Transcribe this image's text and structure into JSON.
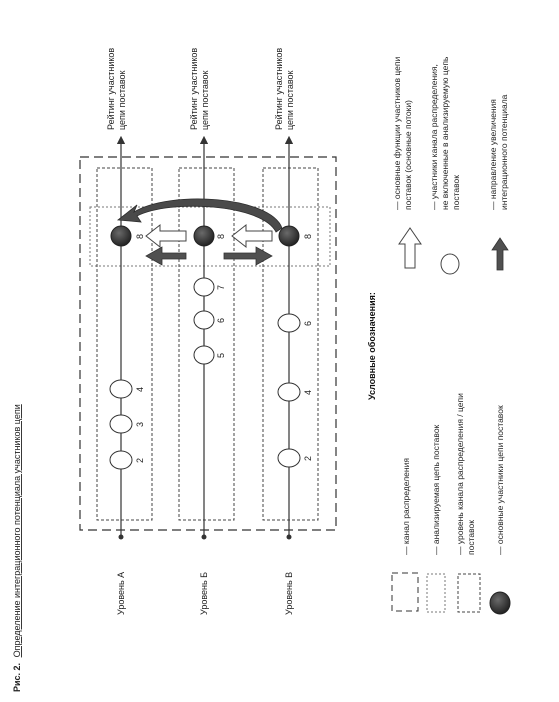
{
  "caption": {
    "label": "Рис. 2.",
    "text": "Определение интеграционного потенциала участников цепи"
  },
  "levels": [
    {
      "name": "Уровень А",
      "top_label": "Рейтинг участников цепи поставок",
      "nodes": [
        "2",
        "3",
        "4",
        "8"
      ]
    },
    {
      "name": "Уровень Б",
      "top_label": "Рейтинг участников цепи поставок",
      "nodes": [
        "5",
        "6",
        "7",
        "8"
      ]
    },
    {
      "name": "Уровень В",
      "top_label": "Рейтинг участников цепи поставок",
      "nodes": [
        "2",
        "4",
        "6",
        "8"
      ]
    }
  ],
  "legend": {
    "title": "Условные обозначения:",
    "items": [
      {
        "icon": "dashed-frame-large",
        "text": "— канал распределения"
      },
      {
        "icon": "dotted-frame",
        "text": "— анализируемая цепь поставок"
      },
      {
        "icon": "dotted-frame-fine",
        "text": "— уровень канала распределения / цепи поставок"
      },
      {
        "icon": "dark-circle",
        "text": "— основные участники цепи поставок"
      },
      {
        "icon": "hollow-arrow",
        "text": "— основные функции участников цепи поставок (основные потоки)"
      },
      {
        "icon": "hollow-circle",
        "text": "— участники канала распределения, не включенные в анализируемую цепь поставок"
      },
      {
        "icon": "dark-arrow",
        "text": "— направление увеличения интеграционного потенциала"
      }
    ]
  },
  "colors": {
    "node_dark": "#3a3a3a",
    "arrow_dark": "#4a4a4a",
    "line": "#333333"
  }
}
